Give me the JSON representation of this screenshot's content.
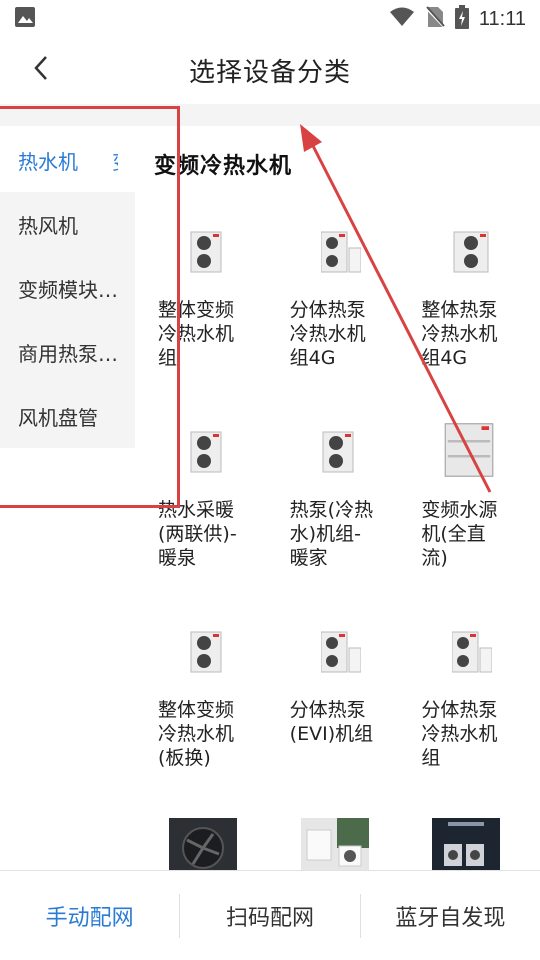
{
  "status_bar": {
    "time": "11:11",
    "icons": [
      "image-icon",
      "wifi-icon",
      "no-sim-icon",
      "battery-charging-icon"
    ]
  },
  "header": {
    "title": "选择设备分类",
    "back_icon": "back-arrow-icon"
  },
  "sidebar": {
    "items": [
      {
        "label": "热水机",
        "extra": "变",
        "active": true
      },
      {
        "label": "热风机",
        "active": false
      },
      {
        "label": "变频模块…",
        "active": false
      },
      {
        "label": "商用热泵…",
        "active": false
      },
      {
        "label": "风机盘管",
        "active": false
      }
    ]
  },
  "main": {
    "category_title": "变频冷热水机",
    "products": [
      {
        "name": "整体变频冷热水机组",
        "icon": "outdoor-unit-icon"
      },
      {
        "name": "分体热泵冷热水机组4G",
        "icon": "split-unit-icon"
      },
      {
        "name": "整体热泵冷热水机组4G",
        "icon": "outdoor-unit-icon"
      },
      {
        "name": "热水采暖(两联供)-暖泉",
        "icon": "outdoor-unit-icon"
      },
      {
        "name": "热泵(冷热水)机组-暖家",
        "icon": "outdoor-unit-icon"
      },
      {
        "name": "变频水源机(全直流)",
        "icon": "water-source-unit-icon"
      },
      {
        "name": "整体变频冷热水机(板换)",
        "icon": "outdoor-unit-icon"
      },
      {
        "name": "分体热泵(EVI)机组",
        "icon": "split-unit-icon"
      },
      {
        "name": "分体热泵冷热水机组",
        "icon": "split-unit-icon"
      }
    ],
    "partial_products": [
      {
        "icon": "dark-fan-unit-icon"
      },
      {
        "icon": "indoor-outdoor-photo-icon"
      },
      {
        "icon": "product-poster-icon"
      }
    ]
  },
  "tabbar": {
    "tabs": [
      {
        "label": "手动配网",
        "active": true
      },
      {
        "label": "扫码配网",
        "active": false
      },
      {
        "label": "蓝牙自发现",
        "active": false
      }
    ]
  },
  "colors": {
    "accent": "#2a7bd5",
    "annotation": "#d94242",
    "sidebar_bg": "#f4f4f4"
  }
}
